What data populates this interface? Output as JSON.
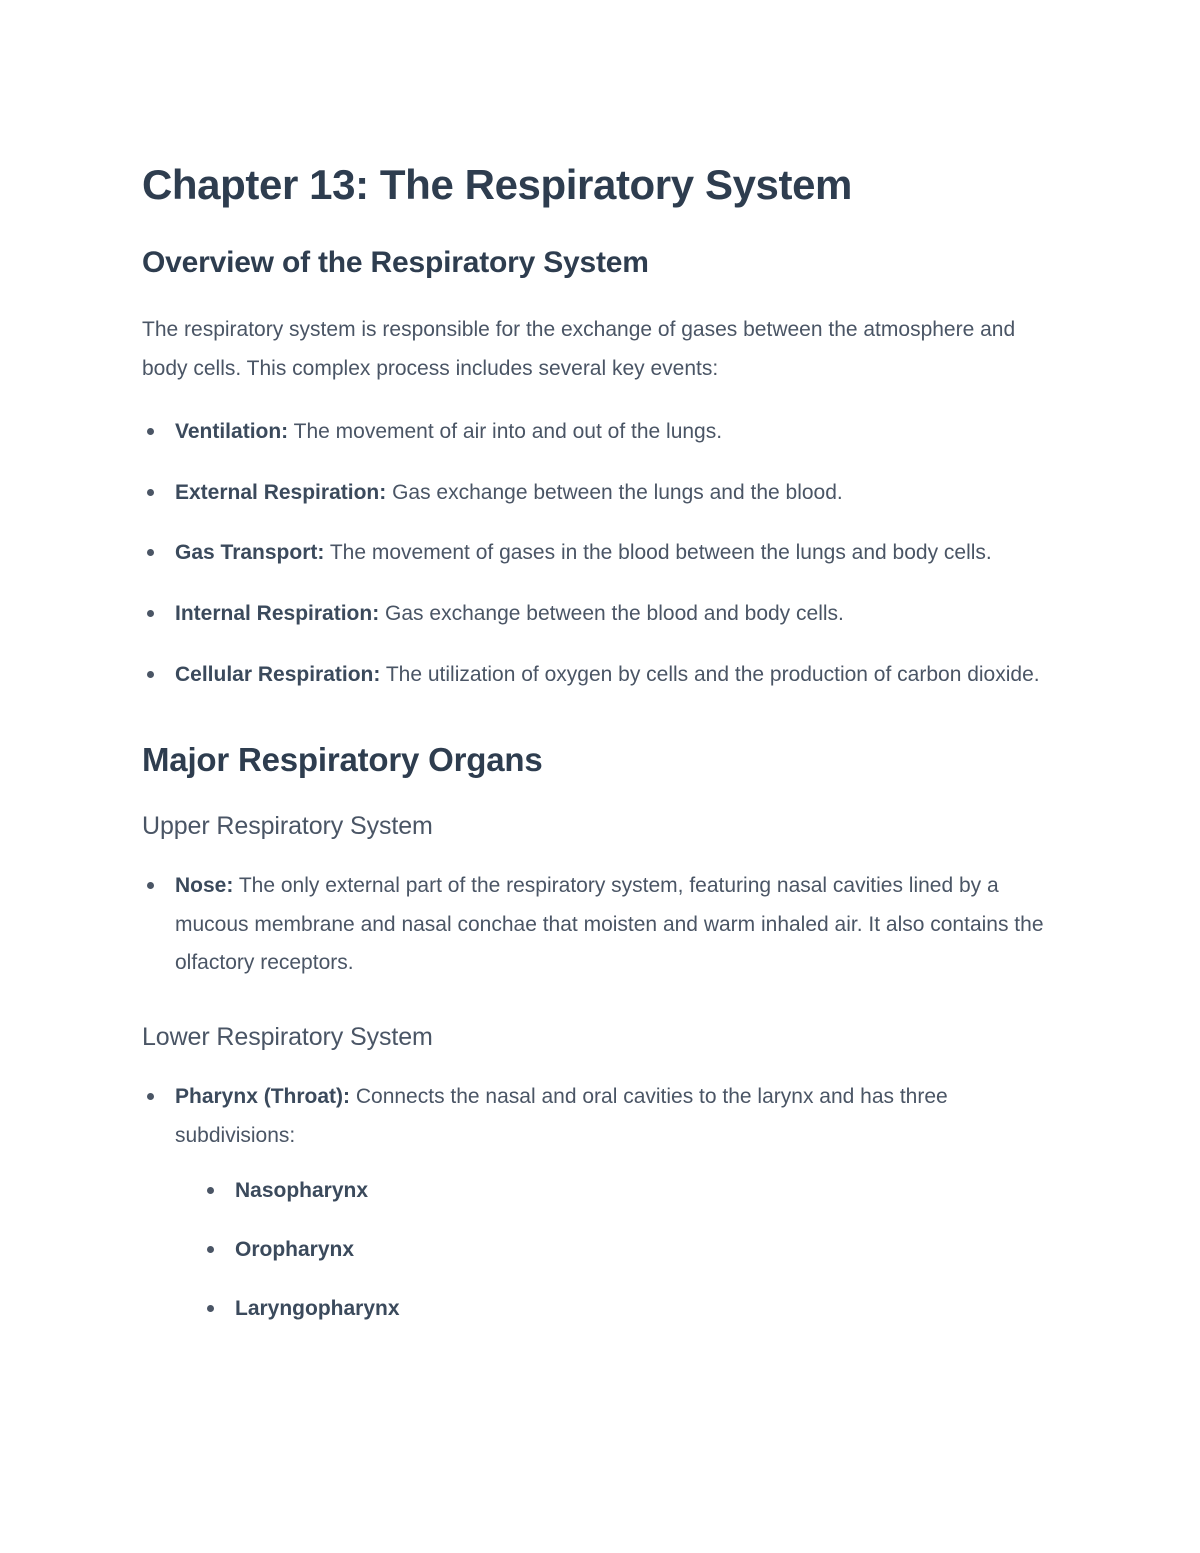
{
  "document": {
    "title": "Chapter 13: The Respiratory System",
    "colors": {
      "heading": "#2e3d4f",
      "body": "#4a5565",
      "bold_lead": "#3b4a5c",
      "background": "#ffffff"
    }
  },
  "sections": [
    {
      "heading": "Overview of the Respiratory System",
      "paragraph": "The respiratory system is responsible for the exchange of gases between the atmosphere and body cells. This complex process includes several key events:",
      "bullets": [
        {
          "lead": "Ventilation:",
          "rest": " The movement of air into and out of the lungs."
        },
        {
          "lead": "External Respiration:",
          "rest": " Gas exchange between the lungs and the blood."
        },
        {
          "lead": "Gas Transport:",
          "rest": " The movement of gases in the blood between the lungs and body cells."
        },
        {
          "lead": "Internal Respiration:",
          "rest": " Gas exchange between the blood and body cells."
        },
        {
          "lead": "Cellular Respiration:",
          "rest": " The utilization of oxygen by cells and the production of carbon dioxide."
        }
      ]
    }
  ],
  "major": {
    "heading": "Major Respiratory Organs",
    "upper": {
      "subheading": "Upper Respiratory System",
      "bullets": [
        {
          "lead": "Nose:",
          "rest": " The only external part of the respiratory system, featuring nasal cavities lined by a mucous membrane and nasal conchae that moisten and warm inhaled air. It also contains the olfactory receptors."
        }
      ]
    },
    "lower": {
      "subheading": "Lower Respiratory System",
      "bullets": [
        {
          "lead": "Pharynx (Throat):",
          "rest": " Connects the nasal and oral cavities to the larynx and has three subdivisions:"
        }
      ],
      "subdivisions": [
        "Nasopharynx",
        "Oropharynx",
        "Laryngopharynx"
      ]
    }
  }
}
